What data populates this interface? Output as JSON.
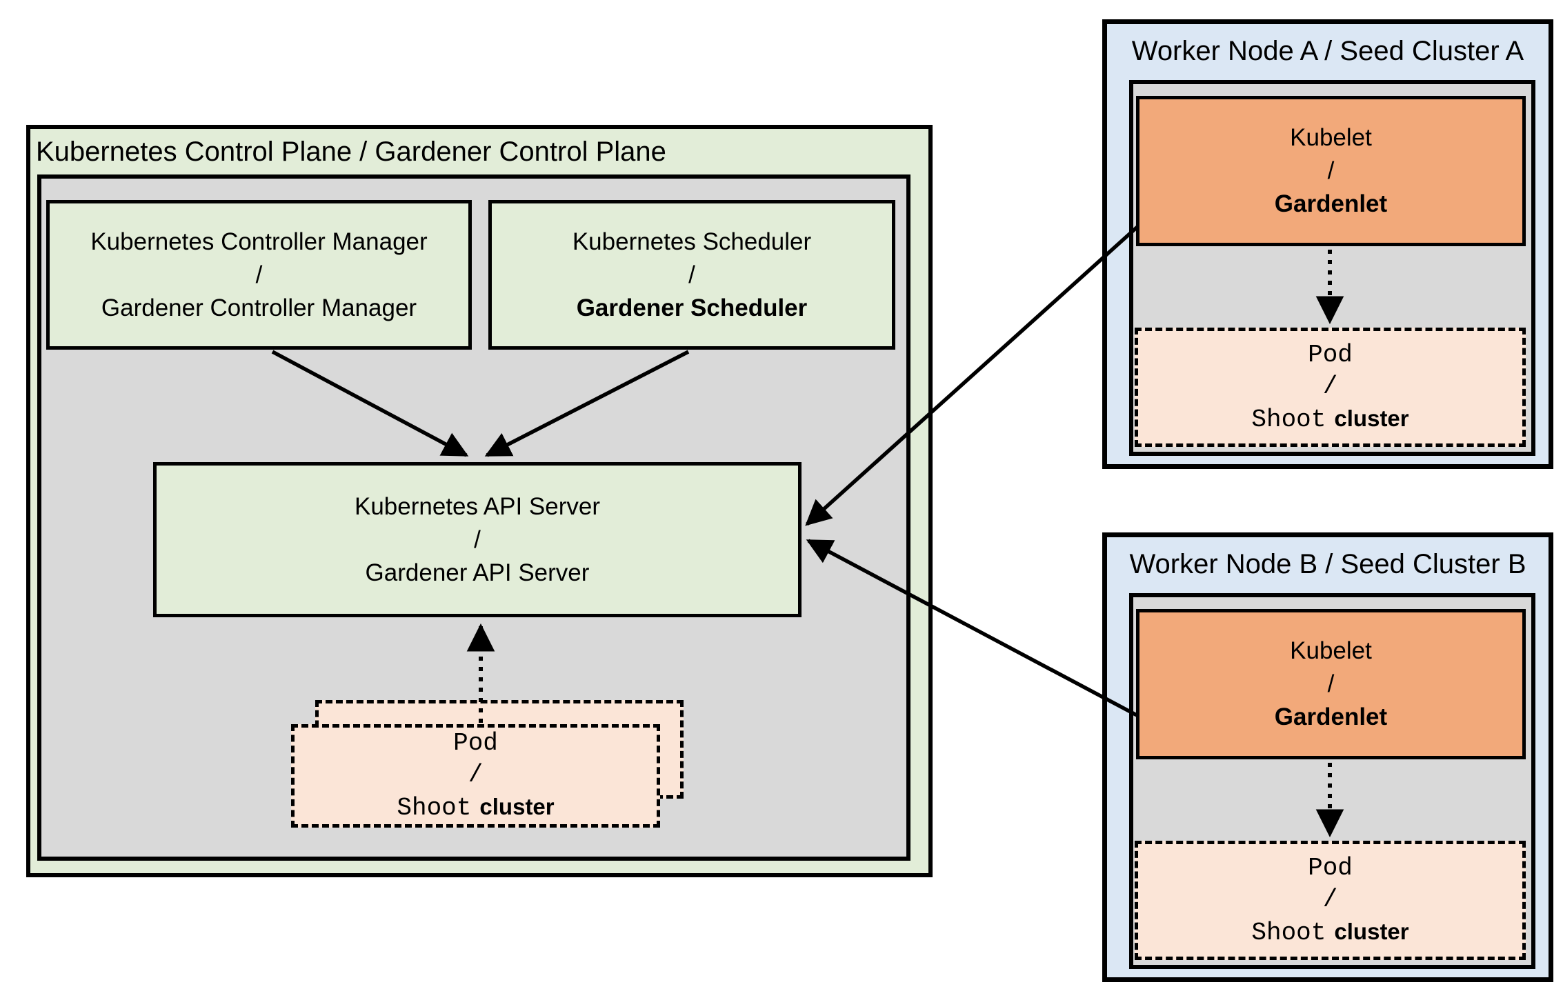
{
  "colors": {
    "control_plane_fill": "#e2edd8",
    "node_area_fill": "#d9d9d9",
    "worker_node_fill": "#dbe7f4",
    "kubelet_fill": "#f2a97a",
    "pod_fill": "#fbe5d7",
    "border": "#000000"
  },
  "control_plane": {
    "title": "Kubernetes Control Plane / Gardener Control Plane",
    "controller_manager": {
      "top": "Kubernetes Controller Manager",
      "sep": "/",
      "bottom": "Gardener Controller Manager"
    },
    "scheduler": {
      "top": "Kubernetes Scheduler",
      "sep": "/",
      "bottom": "Gardener Scheduler"
    },
    "api_server": {
      "top": "Kubernetes API Server",
      "sep": "/",
      "bottom": "Gardener API Server"
    },
    "pod_stack": {
      "top": "Pod",
      "sep": "/",
      "bottom_code": "Shoot",
      "bottom_text": "cluster"
    }
  },
  "worker_node_a": {
    "title": "Worker Node A / Seed Cluster A",
    "kubelet": {
      "top": "Kubelet",
      "sep": "/",
      "bottom": "Gardenlet"
    },
    "pod": {
      "top": "Pod",
      "sep": "/",
      "bottom_code": "Shoot",
      "bottom_text": "cluster"
    }
  },
  "worker_node_b": {
    "title": "Worker Node B / Seed Cluster B",
    "kubelet": {
      "top": "Kubelet",
      "sep": "/",
      "bottom": "Gardenlet"
    },
    "pod": {
      "top": "Pod",
      "sep": "/",
      "bottom_code": "Shoot",
      "bottom_text": "cluster"
    }
  }
}
